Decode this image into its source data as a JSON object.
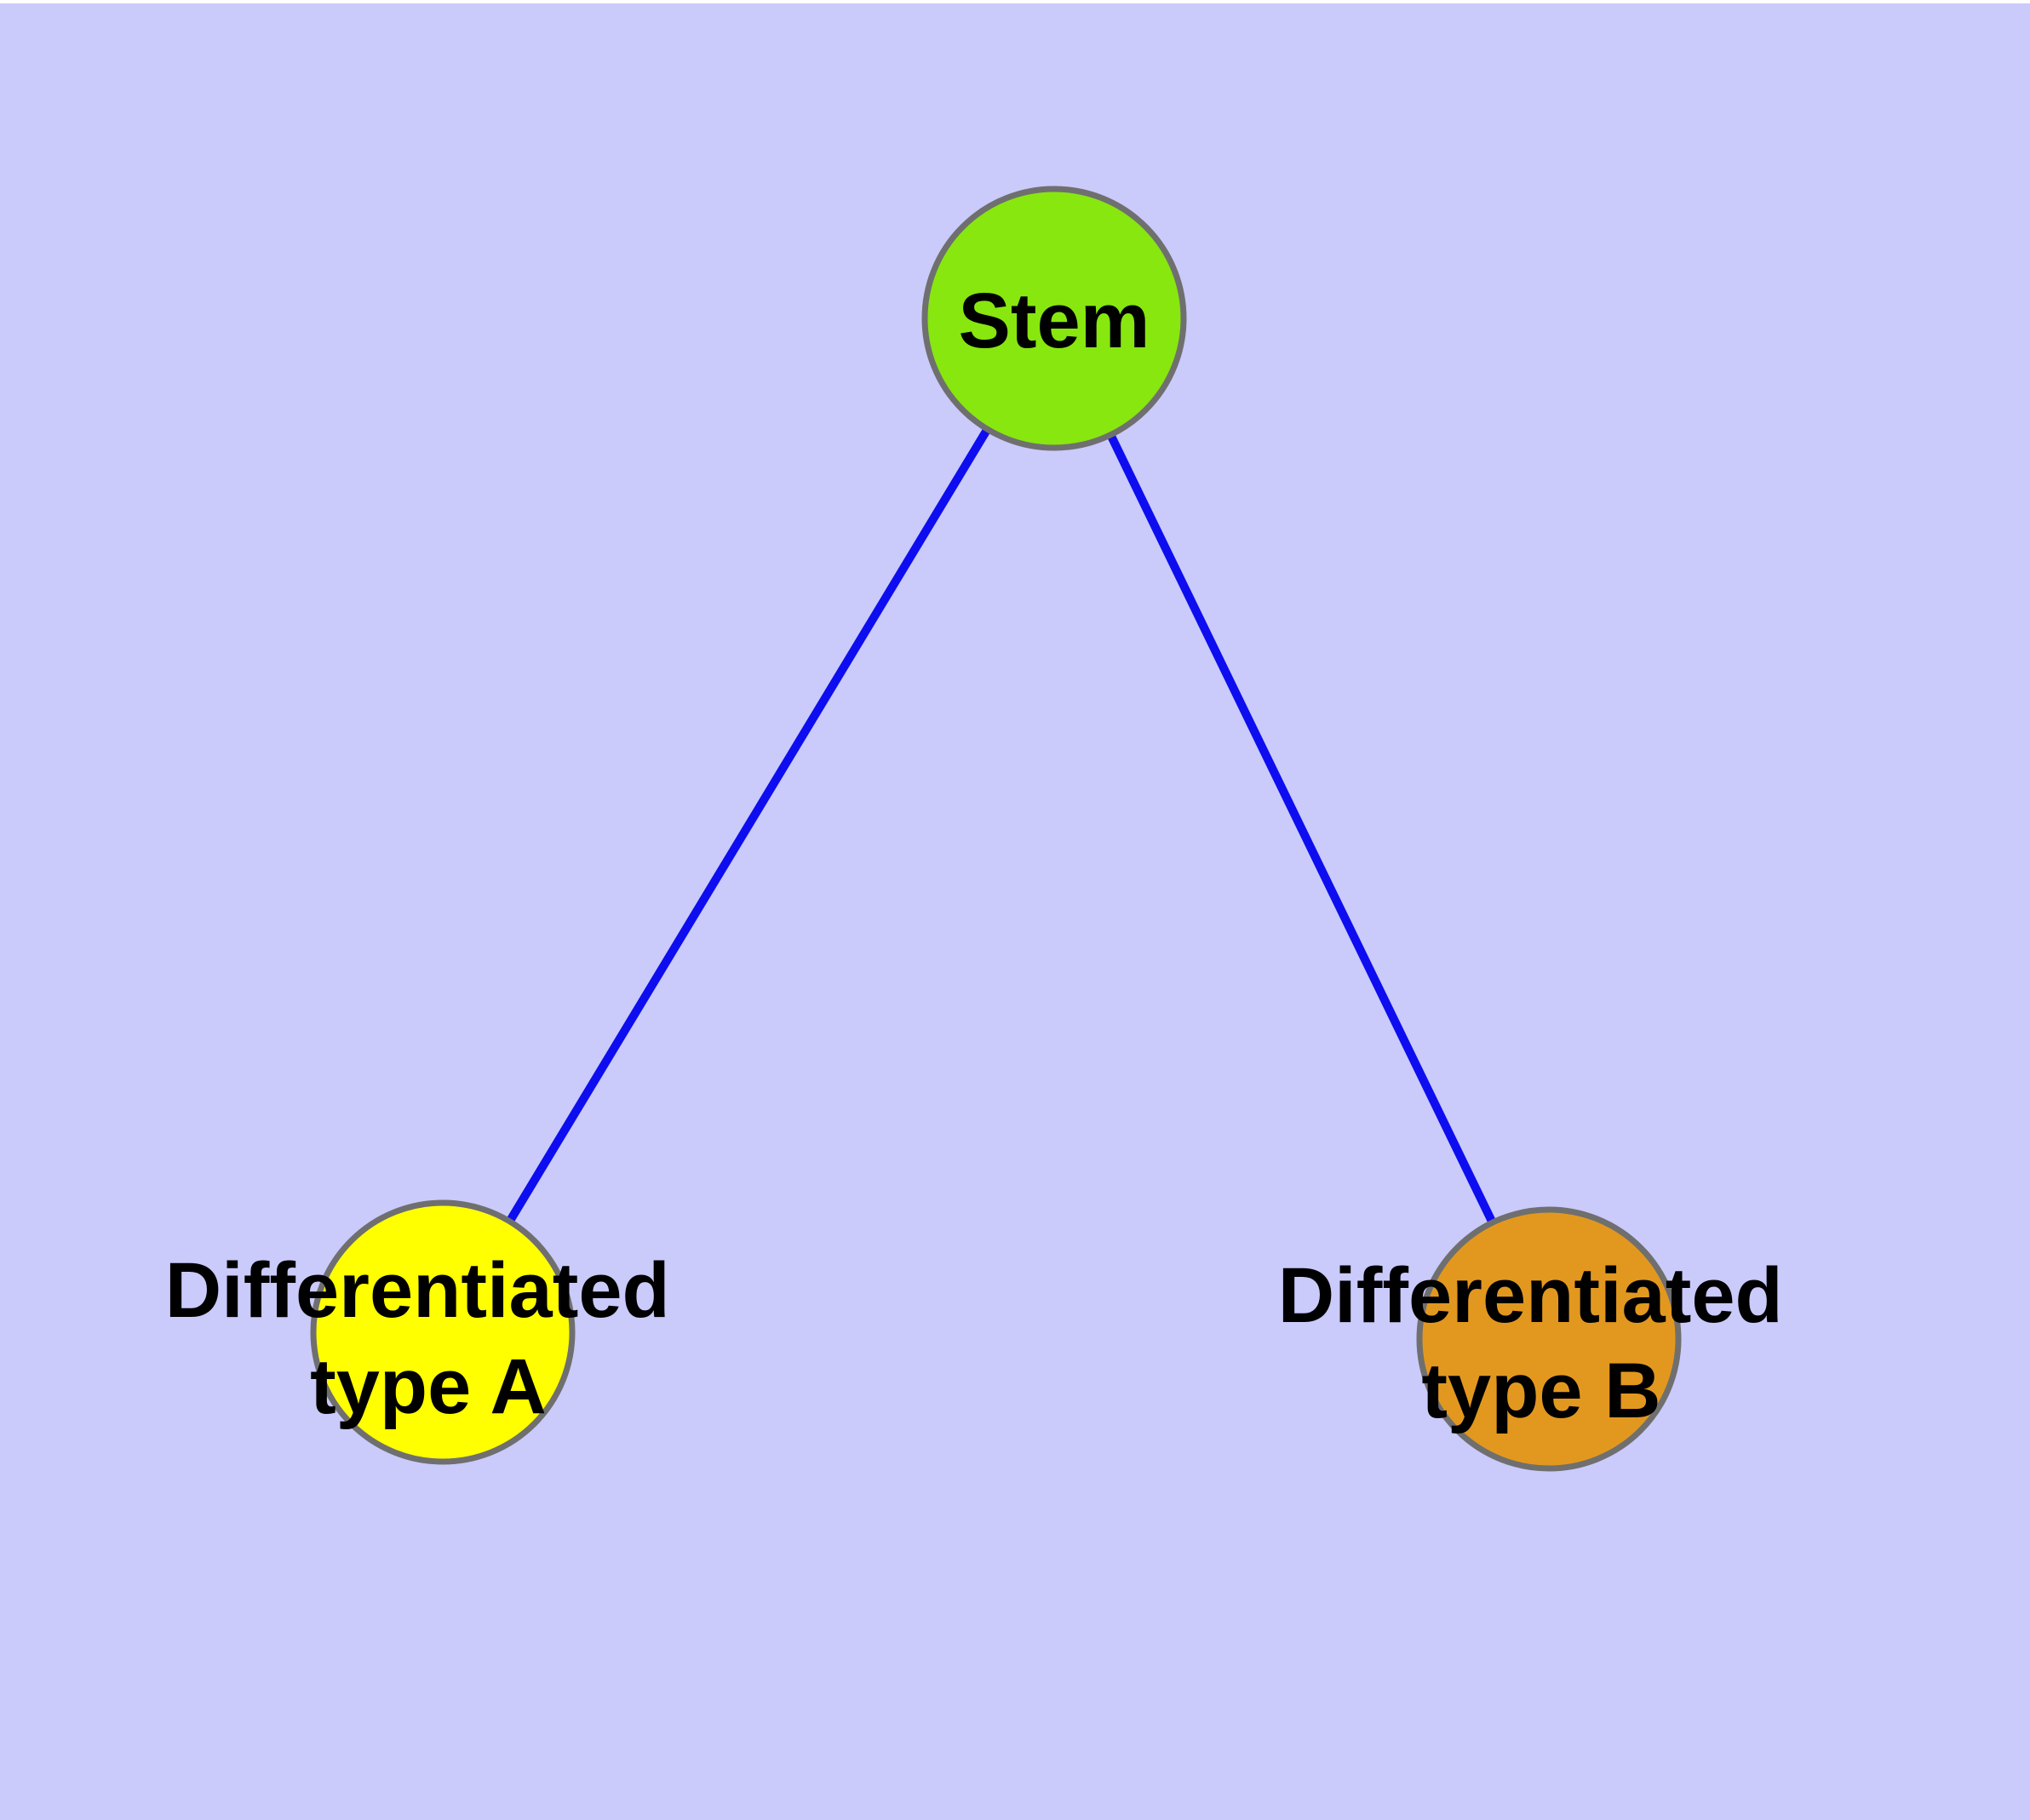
{
  "diagram": {
    "description": "Cell differentiation graph: a stem node with edges to two differentiated cell type nodes",
    "background_color": "#CACAFB",
    "top_strip_color": "#FFFFFF",
    "colors": {
      "edge": "#0D0DF0",
      "node_border": "#6F6F6F",
      "label_text": "#000000",
      "stem_fill": "#87E70F",
      "type_a_fill": "#FFFF00",
      "type_b_fill": "#E2981F"
    },
    "nodes": [
      {
        "id": "stem",
        "label": "Stem",
        "fill": "#87E70F"
      },
      {
        "id": "differentiated-type-a",
        "label": "Differentiated type A",
        "line1": "Differentiated",
        "line2": "type A",
        "fill": "#FFFF00"
      },
      {
        "id": "differentiated-type-b",
        "label": "Differentiated type B",
        "line1": "Differentiated",
        "line2": "type B",
        "fill": "#E2981F"
      }
    ],
    "edges": [
      {
        "from": "stem",
        "to": "differentiated-type-a"
      },
      {
        "from": "stem",
        "to": "differentiated-type-b"
      }
    ]
  }
}
